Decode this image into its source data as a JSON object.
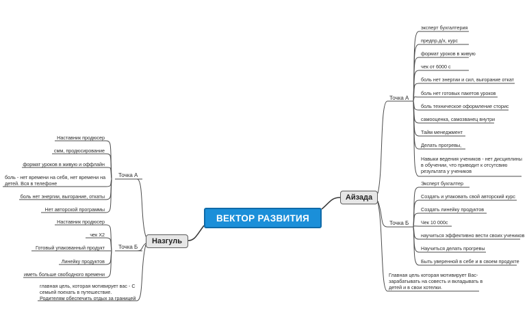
{
  "central": "ВЕКТОР РАЗВИТИЯ",
  "aizada": {
    "label": "Айзада",
    "tochka_a": {
      "label": "Точка А",
      "items": [
        "эксперт бухгалтерия",
        "предпр.д/х, курс",
        "формат уроков в живую",
        "чек от 6000 с",
        "боль нет энергии и сил, выгорание откат",
        "боль нет готовых пакетов уроков",
        "боль техническое оформление сторис",
        "самооценка, самозванец внутри",
        "Тайм менеджмент",
        "Делать прогревы,",
        "Навыки ведения учеников - нет дисциплины в обучении, что приводит к отсутсвию результата у учеников"
      ]
    },
    "tochka_b": {
      "label": "Точка Б",
      "items": [
        "Эксперт бухгалтер",
        "Создать и упаковать  свой авторский курс",
        "Создать  линейку продуктов",
        "Чек 10 000с",
        "научиться эффективно вести своих учеников",
        "Научиться делать прогревы",
        "Быть уверенной в себе и в своем продукте"
      ]
    },
    "goal": "Главная цель которая мотивирует Вас- зарабатывать на совесть и вкладывать в детей и в свои хотелки."
  },
  "nazgul": {
    "label": "Назгуль",
    "tochka_a": {
      "label": "Точка А",
      "items": [
        "Наставник продюсер",
        "смм, продюсирование",
        "формат уроков в живую и оффлайн",
        "боль - нет времени на себя, нет времени на детей. Вся в телефоне",
        "боль нет энергии, выгорание, откаты",
        "Нет авторской программы"
      ]
    },
    "tochka_b": {
      "label": "Точка Б",
      "items": [
        "Наставник продюсер",
        "чек Х2",
        "Готовый  упакованный  продукт",
        "Линейку продуктов",
        "иметь больше свободного времени"
      ]
    },
    "goal": "главная цель, которая мотивирует вас - С семьей поехать в путешествие. Родителям обеспечить отдых за границей"
  }
}
